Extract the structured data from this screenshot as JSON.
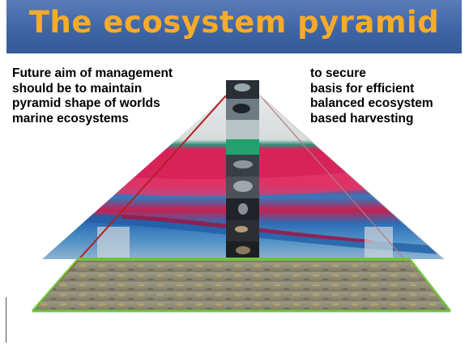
{
  "slide": {
    "title": "The ecosystem pyramid",
    "left_text": [
      "Future aim of management",
      "should be to maintain",
      "pyramid shape of worlds",
      "marine ecosystems"
    ],
    "right_text": [
      "to secure",
      "basis for efficient",
      "balanced ecosystem",
      "based harvesting"
    ]
  },
  "colors": {
    "title_bar": "#3d63a3",
    "title_text": "#f6ab2a",
    "pyramid_left_edge": "#b22222",
    "pyramid_base_edge": "#6fc23c",
    "echogram_red": "#d8225a",
    "echogram_blue": "#2c6db5"
  }
}
